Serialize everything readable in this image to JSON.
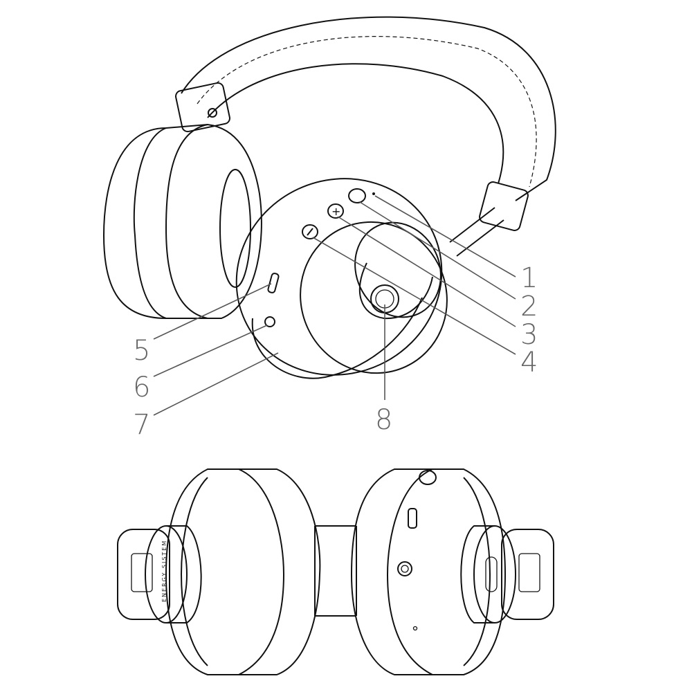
{
  "callouts": [
    {
      "number": "1",
      "target": "led-indicator"
    },
    {
      "number": "2",
      "target": "power-button"
    },
    {
      "number": "3",
      "target": "volume-up-button"
    },
    {
      "number": "4",
      "target": "volume-down-button"
    },
    {
      "number": "5",
      "target": "usb-c-port"
    },
    {
      "number": "6",
      "target": "audio-jack"
    },
    {
      "number": "7",
      "target": "microphone"
    },
    {
      "number": "8",
      "target": "touch-control"
    }
  ],
  "logo": {
    "brand": "ENERGY SISTEM"
  },
  "colors": {
    "line": "#111111",
    "label": "#666666"
  }
}
